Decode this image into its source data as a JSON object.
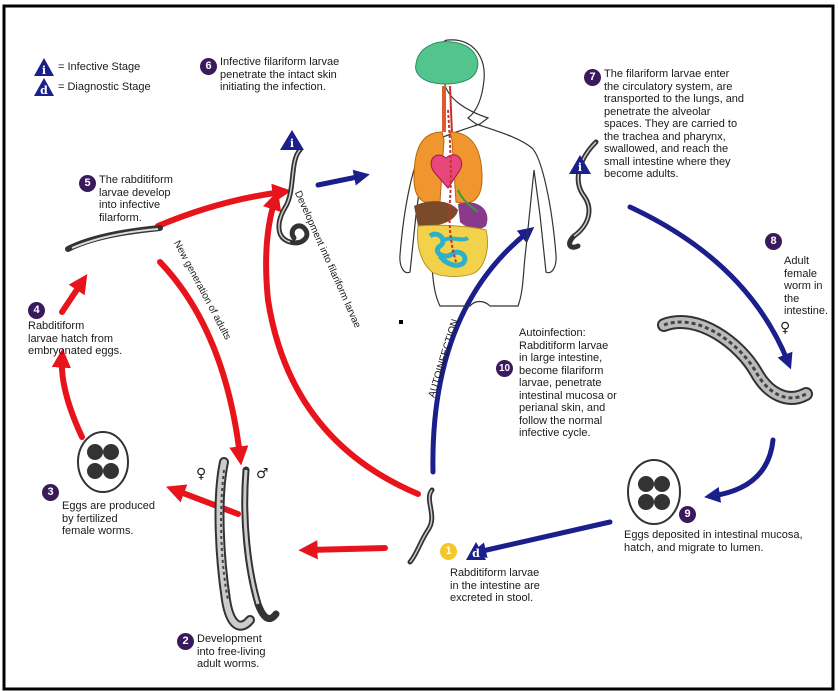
{
  "legend": {
    "infective_symbol": "i",
    "infective_label": "= Infective Stage",
    "diagnostic_symbol": "d",
    "diagnostic_label": "= Diagnostic Stage"
  },
  "steps": [
    {
      "number": "1",
      "text": "Rabditiform larvae\nin the intestine are\nexcreted in stool."
    },
    {
      "number": "2",
      "text": "Development\ninto free-living\nadult worms."
    },
    {
      "number": "3",
      "text": "Eggs are produced\nby fertilized\nfemale worms."
    },
    {
      "number": "4",
      "text": "Rabditiform\nlarvae hatch from\nembryonated eggs."
    },
    {
      "number": "5",
      "text": "The rabditiform\nlarvae develop\ninto infective\nfilarform."
    },
    {
      "number": "6",
      "text": "Infective filariform larvae\npenetrate the intact skin\ninitiating the infection."
    },
    {
      "number": "7",
      "text": "The filariform larvae enter\nthe circulatory system, are\ntransported to the lungs, and\npenetrate the alveolar\nspaces.  They are carried to\nthe trachea and pharynx,\nswallowed, and reach the\nsmall intestine where they\nbecome adults."
    },
    {
      "number": "8",
      "text": "Adult female\nworm in the\nintestine."
    },
    {
      "number": "9",
      "text": "Eggs deposited in intestinal mucosa,\nhatch, and migrate to lumen."
    },
    {
      "number": "10",
      "text": "Autoinfection:\nRabditiform larvae\nin large intestine,\nbecome filariform\nlarvae, penetrate\nintestinal mucosa or\nperianal skin, and\nfollow the normal\ninfective cycle."
    }
  ],
  "arrow_labels": {
    "new_generation": "New generation of adults",
    "development_filariform": "Development into filariform larvae",
    "autoinfection": "AUTOINFECTION"
  },
  "sex_symbols": {
    "female": "♀",
    "male": "♂"
  },
  "colors": {
    "free_living_cycle": "#e8141c",
    "parasitic_cycle": "#1a1f8c",
    "step_badge": "#3b1a5c",
    "step1_badge": "#f3c72a"
  }
}
